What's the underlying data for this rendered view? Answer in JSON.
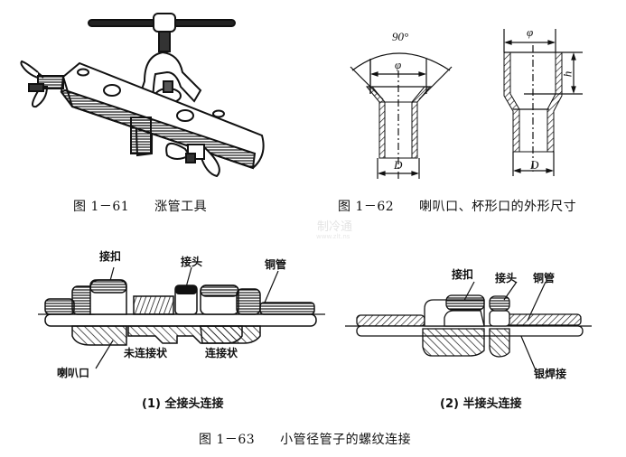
{
  "figures": {
    "fig_1_61": {
      "number": "图 1－61",
      "title": "涨管工具"
    },
    "fig_1_62": {
      "number": "图 1－62",
      "title": "喇叭口、杯形口的外形尺寸",
      "flare": {
        "angle": "90°",
        "inner_dim": "φ",
        "outer_dim": "D"
      },
      "cup": {
        "top_dim": "φ",
        "height_dim": "h",
        "outer_dim": "D"
      }
    },
    "fig_1_63": {
      "number": "图 1－63",
      "title": "小管径管子的螺纹连接",
      "full": {
        "caption": "(1) 全接头连接",
        "labels": {
          "nut": "接扣",
          "fitting": "接头",
          "copper_pipe": "铜管",
          "flare": "喇叭口",
          "not_connected": "未连接状",
          "connected": "连接状"
        }
      },
      "half": {
        "caption": "(2) 半接头连接",
        "labels": {
          "nut": "接扣",
          "fitting": "接头",
          "copper_pipe": "铜管",
          "silver_weld": "银焊接"
        }
      }
    }
  },
  "watermark": {
    "name": "制冷通",
    "url": "www.zlt.ns"
  }
}
